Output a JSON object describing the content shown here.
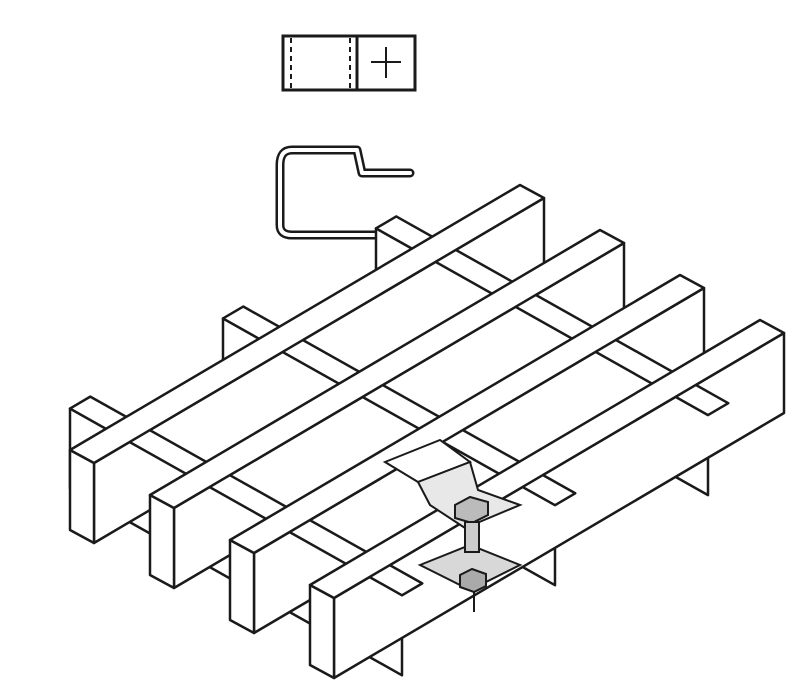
{
  "figure": {
    "colors": {
      "line": "#1a1a1a",
      "background": "#ffffff",
      "hardware_shade": "#9a9a9a"
    },
    "parts": [
      "clip-top-view",
      "clip-side-profile",
      "grating",
      "hold-down-clip",
      "bolt"
    ]
  }
}
